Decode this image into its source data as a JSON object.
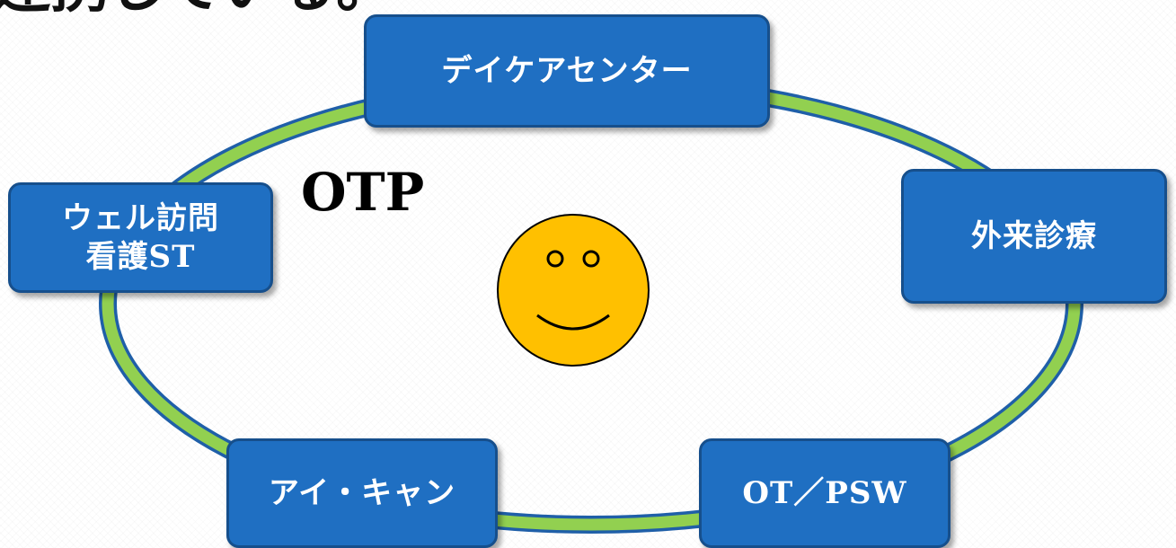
{
  "heading": "連携している。",
  "center_label": "OTP",
  "nodes": {
    "daycare": "デイケアセンター",
    "outpatient": "外来診療",
    "otpsw": "OT／PSW",
    "ican": "アイ・キャン",
    "wel": "ウェル訪問\n看護ST"
  },
  "colors": {
    "node_fill": "#1f6fc2",
    "node_border": "#164f8c",
    "ring_fill": "#92d050",
    "ring_border": "#1f5fa8",
    "face_fill": "#ffc000"
  },
  "icons": {
    "center": "smiley-face-icon"
  }
}
